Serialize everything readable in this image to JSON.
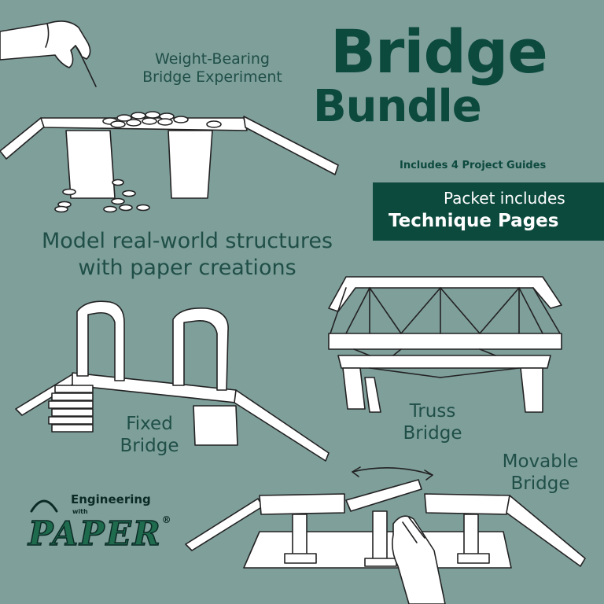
{
  "title": {
    "line1": "Bridge",
    "line2": "Bundle"
  },
  "includes_text": "Includes 4 Project Guides",
  "banner": {
    "line1": "Packet includes",
    "line2": "Technique Pages"
  },
  "captions": {
    "weight_line1": "Weight-Bearing",
    "weight_line2": "Bridge Experiment",
    "model_line1": "Model real-world structures",
    "model_line2": "with paper creations",
    "fixed_line1": "Fixed",
    "fixed_line2": "Bridge",
    "truss_line1": "Truss",
    "truss_line2": "Bridge",
    "movable_line1": "Movable",
    "movable_line2": "Bridge"
  },
  "logo": {
    "engineering": "Engineering",
    "with": "with",
    "paper": "PAPER",
    "registered": "®"
  },
  "colors": {
    "background": "#7f9f9b",
    "title": "#0d4a3e",
    "banner": "#0d4a3e",
    "caption": "#1f4f47"
  },
  "illustrations": [
    "weight-bearing-bridge",
    "fixed-bridge",
    "truss-bridge",
    "movable-bridge",
    "hand-placing-coin",
    "hand-turning-span"
  ]
}
